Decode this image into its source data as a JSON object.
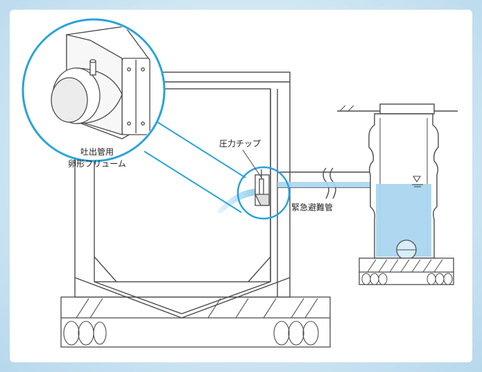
{
  "labels": {
    "pressure_tip": "圧力チップ",
    "flume_line1": "吐出管用",
    "flume_line2": "卵形フリューム",
    "emergency_pipe": "緊急避難管"
  },
  "colors": {
    "water": "#a9d6ef",
    "water_dark": "#6bb9e2",
    "callout_ring": "#29a3db",
    "line": "#4a4a4a"
  }
}
